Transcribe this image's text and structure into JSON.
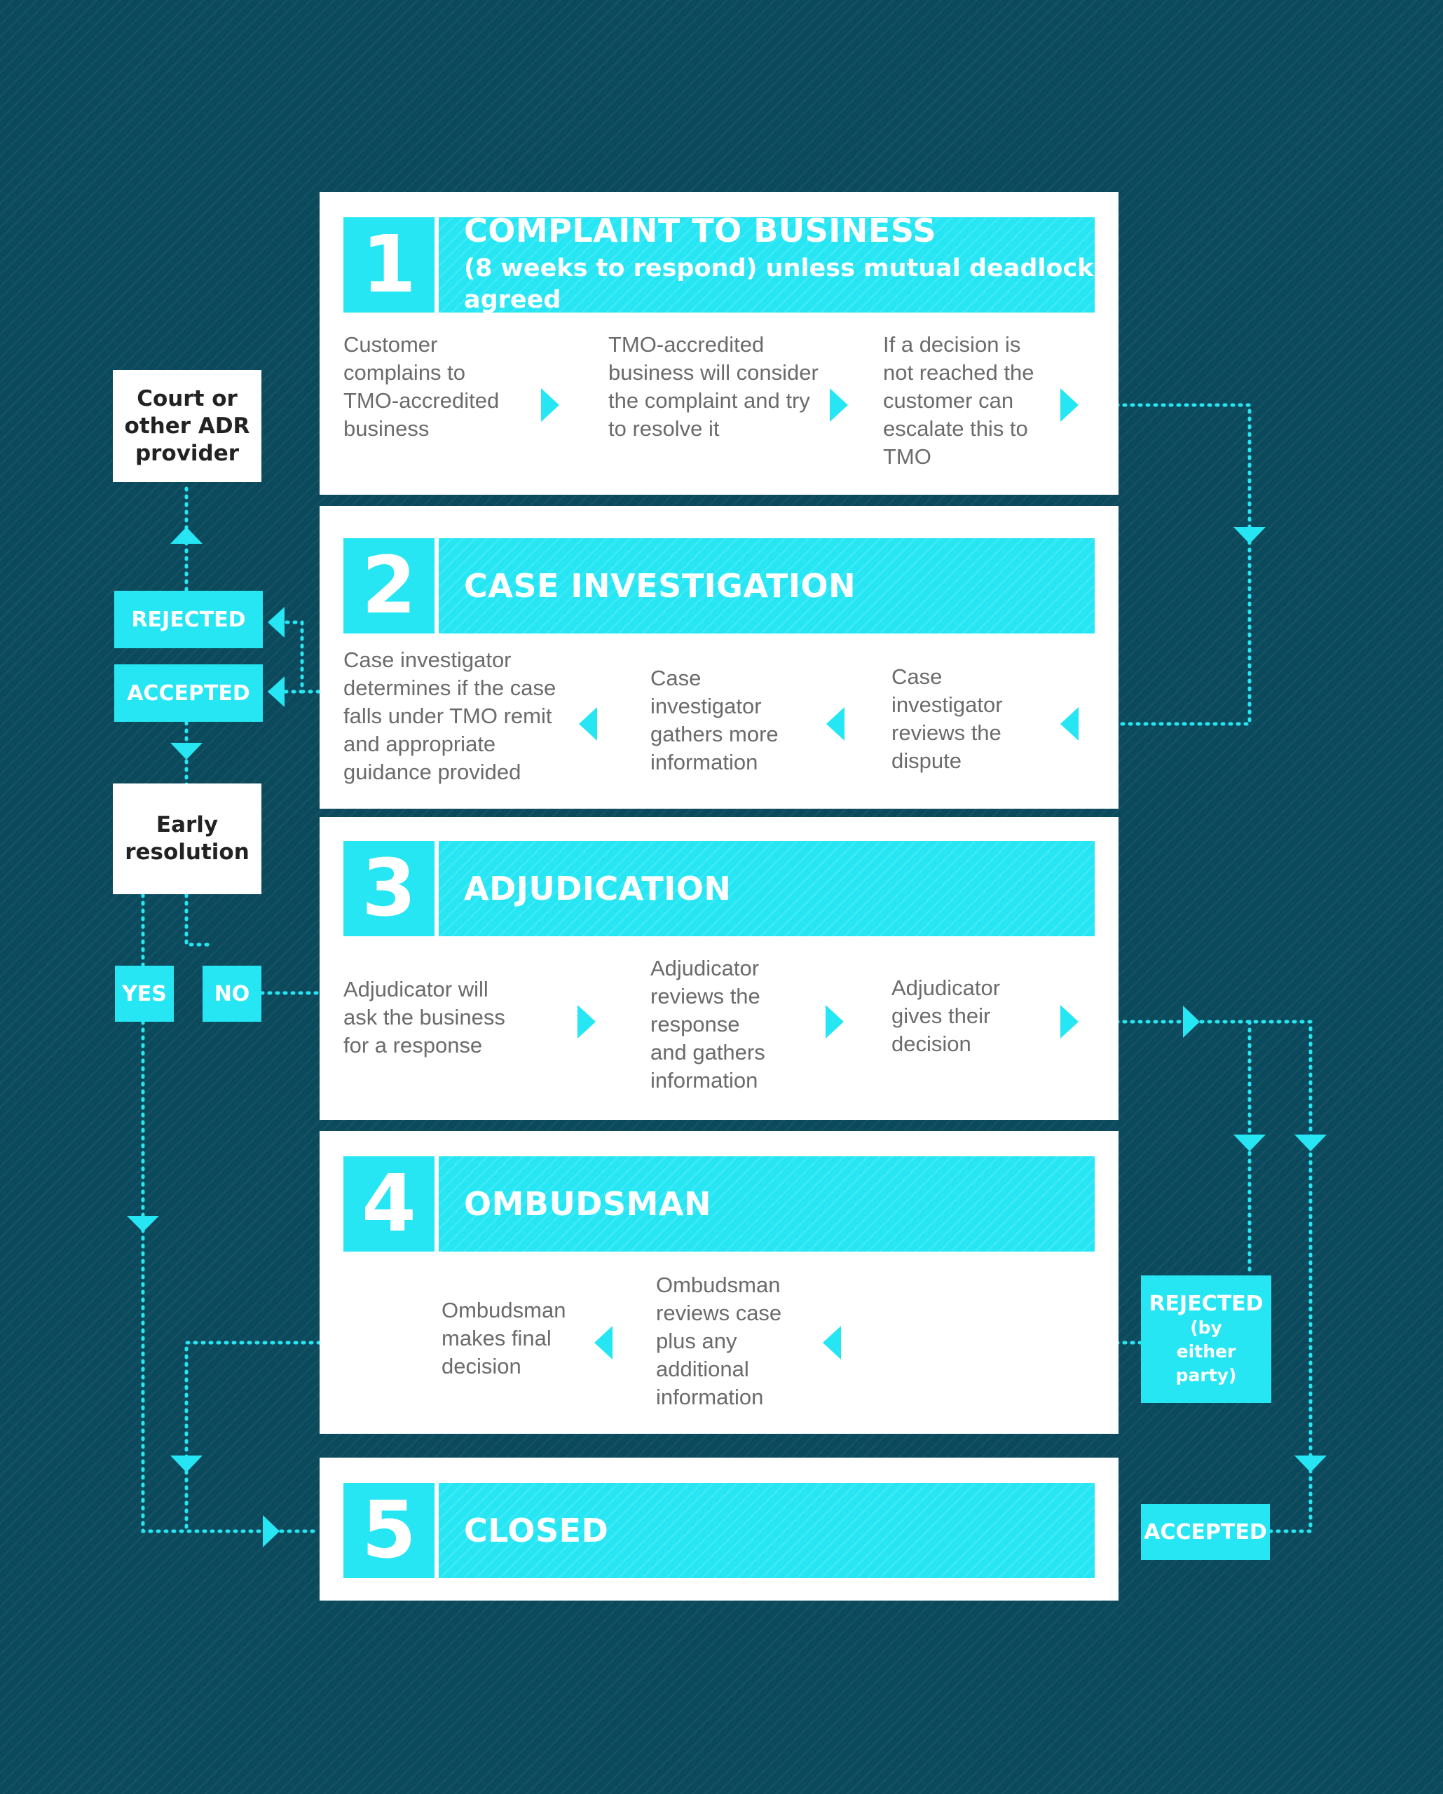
{
  "colors": {
    "background": "#0b4a5c",
    "accent": "#26e6f4",
    "panel": "#ffffff",
    "body_text": "#6b6b6b",
    "box_text": "#222222"
  },
  "stages": [
    {
      "number": "1",
      "title": "COMPLAINT TO BUSINESS",
      "subtitle": "(8 weeks to respond) unless mutual deadlock agreed",
      "steps": [
        "Customer complains to TMO-accredited business",
        "TMO-accredited business will consider the complaint and try to resolve it",
        "If a decision is not reached the customer can escalate this to TMO"
      ]
    },
    {
      "number": "2",
      "title": "CASE INVESTIGATION",
      "steps": [
        "Case investigator reviews the dispute",
        "Case investigator gathers more information",
        "Case investigator determines if the case falls under TMO remit and appropriate guidance provided"
      ]
    },
    {
      "number": "3",
      "title": "ADJUDICATION",
      "steps": [
        "Adjudicator will ask the business for a response",
        "Adjudicator reviews the response and gathers information",
        "Adjudicator gives their decision"
      ]
    },
    {
      "number": "4",
      "title": "OMBUDSMAN",
      "steps": [
        "Ombudsman reviews case plus any additional information",
        "Ombudsman makes final decision"
      ]
    },
    {
      "number": "5",
      "title": "CLOSED"
    }
  ],
  "side_boxes": {
    "court": "Court or other ADR provider",
    "rejected_left": "REJECTED",
    "accepted_left": "ACCEPTED",
    "early_resolution": "Early resolution",
    "yes": "YES",
    "no": "NO",
    "rejected_right": "REJECTED",
    "rejected_right_sub": "(by either party)",
    "accepted_right": "ACCEPTED"
  }
}
